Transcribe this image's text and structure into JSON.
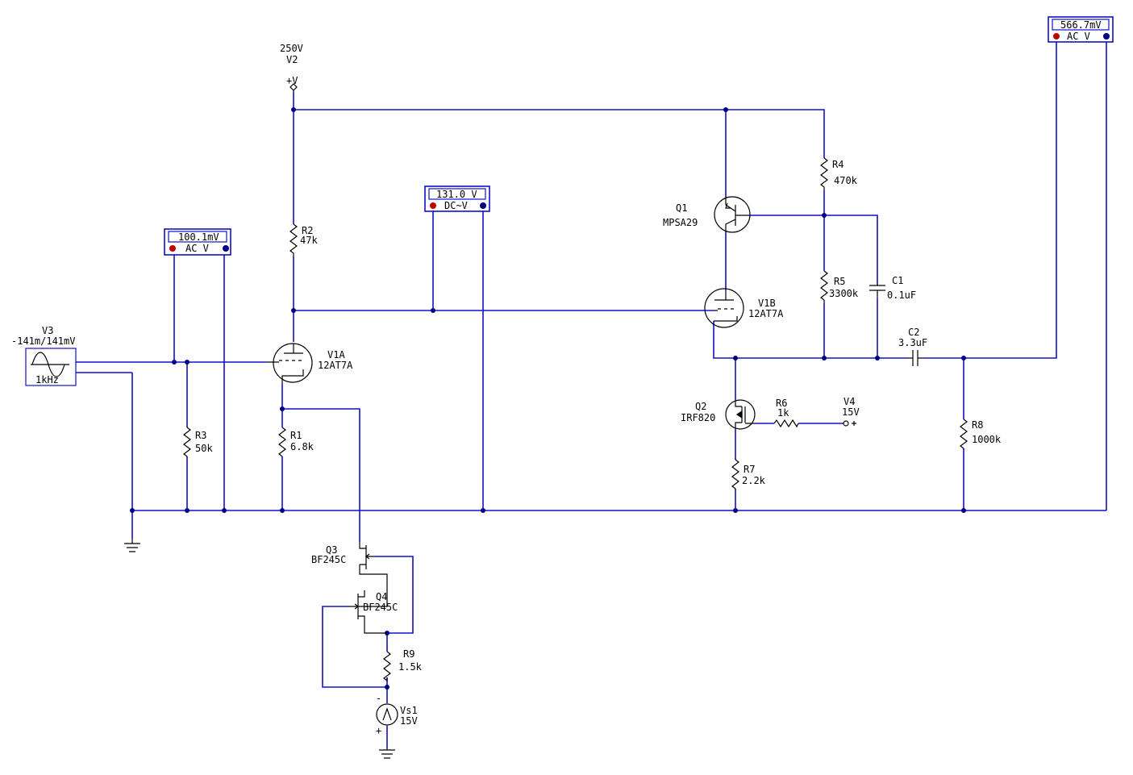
{
  "supply": {
    "value": "250V",
    "name": "V2",
    "terminal": "+V"
  },
  "source": {
    "name": "V3",
    "value": "-141m/141mV",
    "freq": "1kHz"
  },
  "meters": [
    {
      "reading": "100.1mV",
      "mode": "AC  V"
    },
    {
      "reading": "131.0  V",
      "mode": "DC~V"
    },
    {
      "reading": "566.7mV",
      "mode": "AC  V"
    }
  ],
  "components": {
    "R1": {
      "name": "R1",
      "value": "6.8k"
    },
    "R2": {
      "name": "R2",
      "value": "47k"
    },
    "R3": {
      "name": "R3",
      "value": "50k"
    },
    "R4": {
      "name": "R4",
      "value": "470k"
    },
    "R5": {
      "name": "R5",
      "value": "3300k"
    },
    "R6": {
      "name": "R6",
      "value": "1k"
    },
    "R7": {
      "name": "R7",
      "value": "2.2k"
    },
    "R8": {
      "name": "R8",
      "value": "1000k"
    },
    "R9": {
      "name": "R9",
      "value": "1.5k"
    },
    "C1": {
      "name": "C1",
      "value": "0.1uF"
    },
    "C2": {
      "name": "C2",
      "value": "3.3uF"
    },
    "V1A": {
      "name": "V1A",
      "value": "12AT7A"
    },
    "V1B": {
      "name": "V1B",
      "value": "12AT7A"
    },
    "Q1": {
      "name": "Q1",
      "value": "MPSA29"
    },
    "Q2": {
      "name": "Q2",
      "value": "IRF820"
    },
    "Q3": {
      "name": "Q3",
      "value": "BF245C"
    },
    "Q4": {
      "name": "Q4",
      "value": "BF245C"
    },
    "V4": {
      "name": "V4",
      "value": "15V"
    },
    "Vs1": {
      "name": "Vs1",
      "value": "15V"
    }
  },
  "colors": {
    "wire": "#1010c8",
    "junction": "#000080",
    "component": "#000000",
    "meter_plus": "#c00000"
  }
}
